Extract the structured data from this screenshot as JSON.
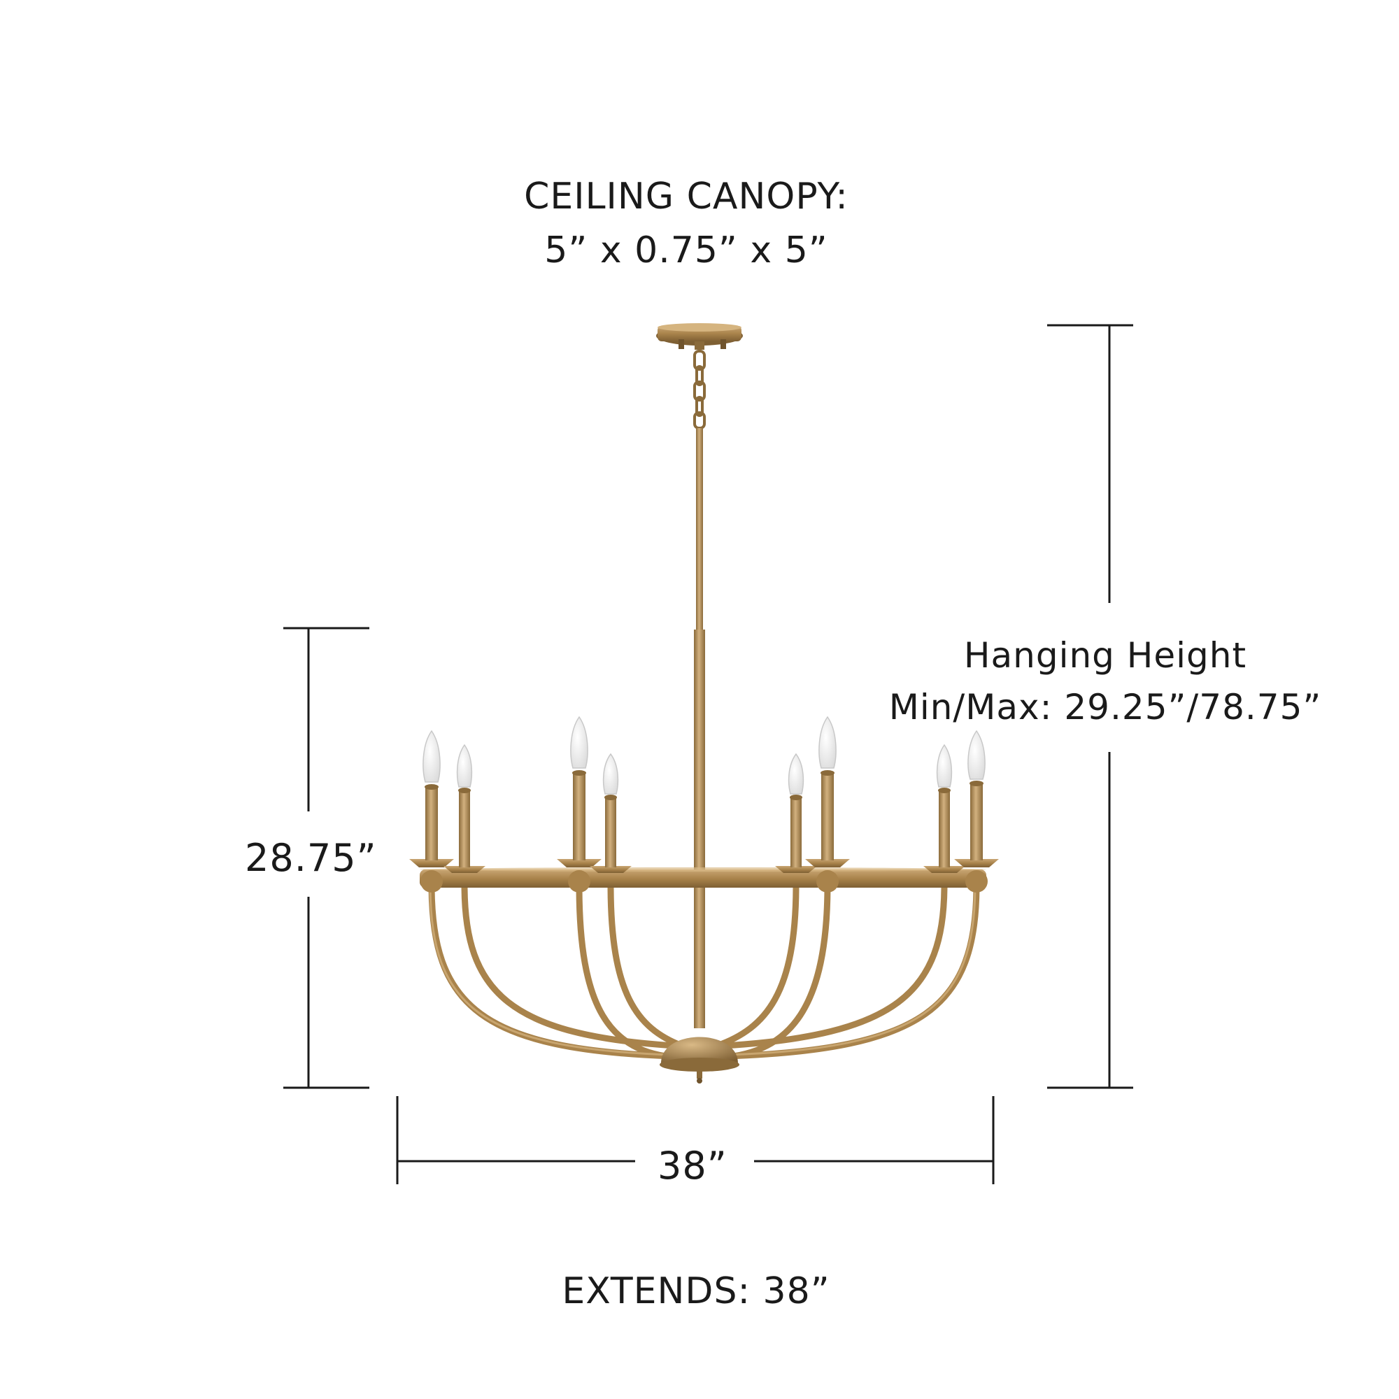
{
  "canopy": {
    "title": "CEILING CANOPY:",
    "dimensions": "5” x 0.75” x 5”"
  },
  "hanging_height": {
    "title": "Hanging Height",
    "value": "Min/Max: 29.25”/78.75”"
  },
  "fixture_height": "28.75”",
  "fixture_width": "38”",
  "extends": "EXTENDS: 38”",
  "colors": {
    "brass": "#b08a52",
    "brass_dark": "#8a6a3a",
    "brass_light": "#d2b17f",
    "line": "#1a1a1a"
  }
}
